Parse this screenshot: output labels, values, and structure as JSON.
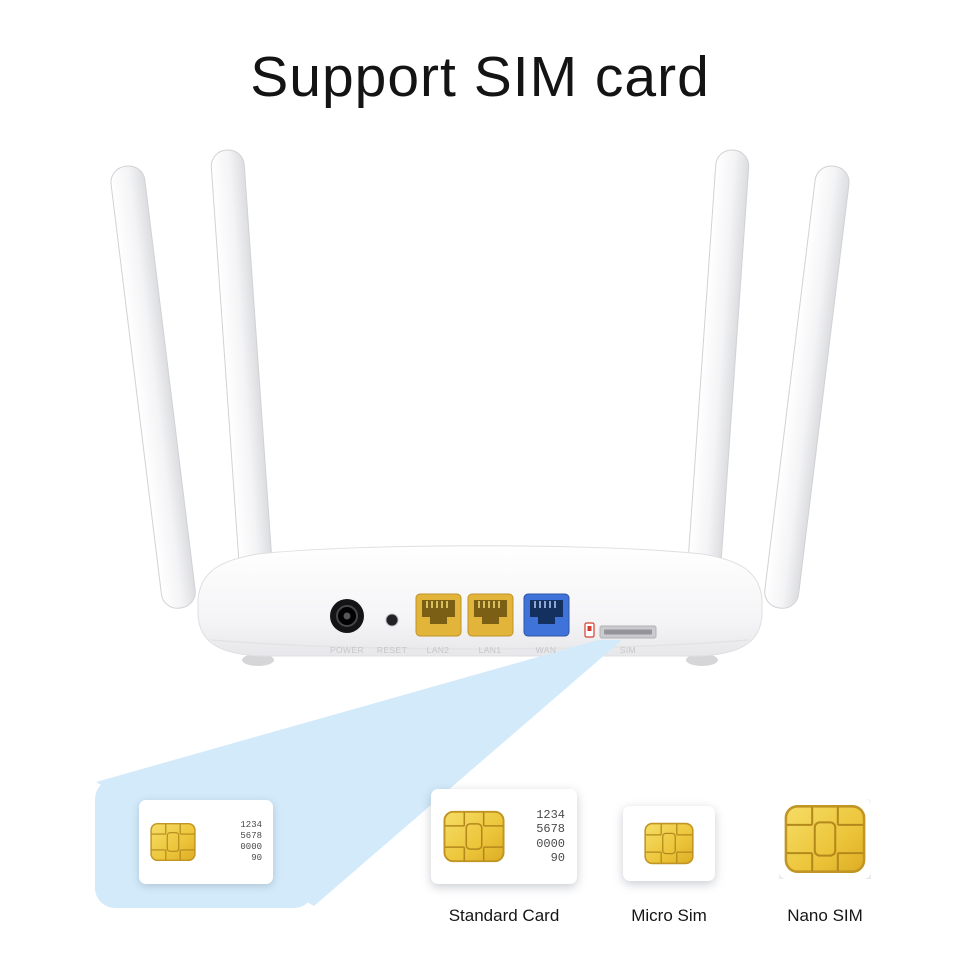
{
  "title": "Support SIM card",
  "router": {
    "port_labels": [
      "POWER",
      "RESET",
      "LAN2",
      "LAN1",
      "WAN",
      "SIM"
    ]
  },
  "callout": {
    "numbers": [
      "1234",
      "5678",
      "0000",
      "90"
    ]
  },
  "cards": {
    "standard": {
      "label": "Standard Card",
      "numbers": [
        "1234",
        "5678",
        "0000",
        "90"
      ]
    },
    "micro": {
      "label": "Micro Sim"
    },
    "nano": {
      "label": "Nano SIM"
    }
  },
  "colors": {
    "highlight_blue": "#d2eafa",
    "chip_gold": "#ecc53a",
    "lan_port_yellow": "#e2b43a",
    "wan_port_blue": "#3f73d9",
    "indicator_red": "#d43c2e"
  }
}
